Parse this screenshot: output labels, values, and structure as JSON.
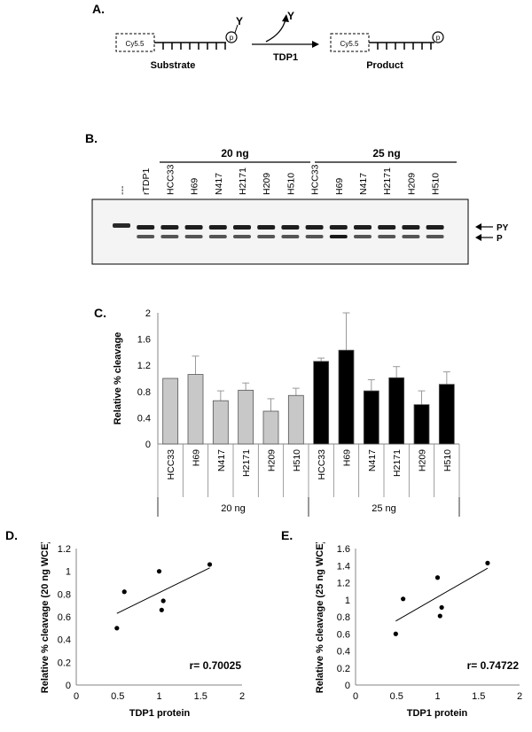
{
  "panels": {
    "a": {
      "label": "A.",
      "cy_tag": "Cy5.5",
      "substrate_label": "Substrate",
      "product_label": "Product",
      "enzyme_label": "TDP1",
      "released_label": "Y",
      "tyrosine_label": "Y",
      "phosphate_label": "p"
    },
    "b": {
      "label": "B.",
      "group_20": "20 ng",
      "group_25": "25 ng",
      "lanes": [
        "---",
        "rTDP1",
        "HCC33",
        "H69",
        "N417",
        "H2171",
        "H209",
        "H510",
        "HCC33",
        "H69",
        "N417",
        "H2171",
        "H209",
        "H510"
      ],
      "py_label": "PY",
      "p_label": "P"
    },
    "c": {
      "label": "C."
    },
    "d": {
      "label": "D."
    },
    "e": {
      "label": "E."
    }
  },
  "chart_data": [
    {
      "panel": "C",
      "type": "bar",
      "categories": [
        "HCC33",
        "H69",
        "N417",
        "H2171",
        "H209",
        "H510",
        "HCC33",
        "H69",
        "N417",
        "H2171",
        "H209",
        "H510"
      ],
      "group_labels": [
        "20 ng",
        "25 ng"
      ],
      "series": [
        {
          "name": "20 ng",
          "color": "#c8c8c8",
          "indices": [
            0,
            1,
            2,
            3,
            4,
            5
          ],
          "values": [
            1.0,
            1.06,
            0.66,
            0.82,
            0.5,
            0.74
          ],
          "errors": [
            0.0,
            0.28,
            0.15,
            0.11,
            0.19,
            0.11
          ]
        },
        {
          "name": "25 ng",
          "color": "#000000",
          "indices": [
            6,
            7,
            8,
            9,
            10,
            11
          ],
          "values": [
            1.26,
            1.43,
            0.81,
            1.01,
            0.6,
            0.91
          ],
          "errors": [
            0.05,
            0.57,
            0.17,
            0.17,
            0.21,
            0.19
          ]
        }
      ],
      "ylabel": "Relative % cleavage",
      "xlabel": "",
      "ylim": [
        0,
        2
      ],
      "yticks": [
        "0",
        "0.4",
        "0.8",
        "1.2",
        "1.6",
        "2"
      ],
      "grid": false
    },
    {
      "panel": "D",
      "type": "scatter",
      "x": [
        0.49,
        0.58,
        1.0,
        1.03,
        1.05,
        1.61
      ],
      "y": [
        0.5,
        0.82,
        1.0,
        0.66,
        0.74,
        1.06
      ],
      "trendline": {
        "x": [
          0.49,
          1.61
        ],
        "y": [
          0.63,
          1.03
        ]
      },
      "xlabel": "TDP1 protein",
      "ylabel": "Relative % cleavage (20 ng WCE)",
      "xlim": [
        0,
        2
      ],
      "ylim": [
        0,
        1.2
      ],
      "xticks": [
        "0",
        "0.5",
        "1",
        "1.5",
        "2"
      ],
      "yticks": [
        "0",
        "0.2",
        "0.4",
        "0.6",
        "0.8",
        "1",
        "1.2"
      ],
      "annotation": "r= 0.70025"
    },
    {
      "panel": "E",
      "type": "scatter",
      "x": [
        0.49,
        0.58,
        1.0,
        1.03,
        1.05,
        1.61
      ],
      "y": [
        0.6,
        1.01,
        1.26,
        0.81,
        0.91,
        1.43
      ],
      "trendline": {
        "x": [
          0.49,
          1.61
        ],
        "y": [
          0.75,
          1.37
        ]
      },
      "xlabel": "TDP1 protein",
      "ylabel": "Relative % cleavage (25 ng WCE)",
      "xlim": [
        0,
        2
      ],
      "ylim": [
        0,
        1.6
      ],
      "xticks": [
        "0",
        "0.5",
        "1",
        "1.5",
        "2"
      ],
      "yticks": [
        "0",
        "0.2",
        "0.4",
        "0.6",
        "0.8",
        "1",
        "1.2",
        "1.4",
        "1.6"
      ],
      "annotation": "r= 0.74722"
    }
  ]
}
